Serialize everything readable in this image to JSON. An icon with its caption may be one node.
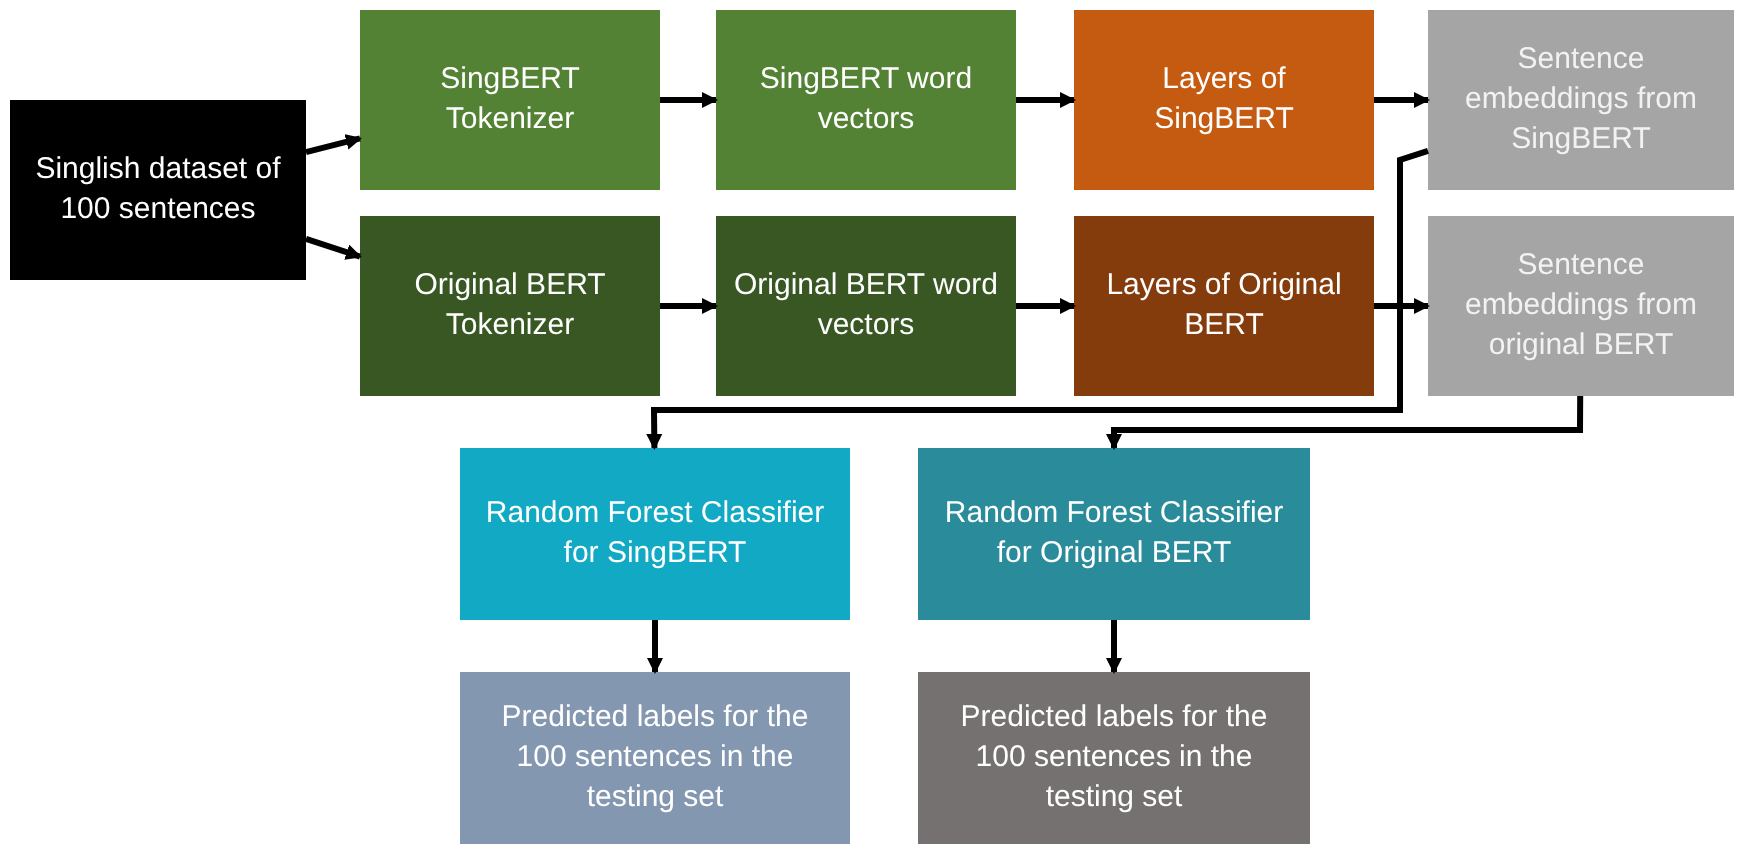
{
  "diagram": {
    "nodes": [
      {
        "text": [
          "Singlish dataset of 100 sentences"
        ]
      },
      {
        "text": [
          "SingBERT Tokenizer"
        ]
      },
      {
        "text": [
          "SingBERT word vectors"
        ]
      },
      {
        "text": [
          "Layers of SingBERT"
        ]
      },
      {
        "text": [
          "Sentence embeddings from SingBERT"
        ]
      },
      {
        "text": [
          "Original BERT Tokenizer"
        ]
      },
      {
        "text": [
          "Original BERT word vectors"
        ]
      },
      {
        "text": [
          "Layers of Original BERT"
        ]
      },
      {
        "text": [
          "Sentence embeddings from original BERT"
        ]
      },
      {
        "text": [
          "Random Forest Classifier for SingBERT"
        ]
      },
      {
        "text": [
          "Random Forest Classifier for Original BERT"
        ]
      },
      {
        "text": [
          "Predicted labels for the 100 sentences in the testing set"
        ]
      },
      {
        "text": [
          "Predicted labels for the 100 sentences in the testing set"
        ]
      }
    ],
    "edges": [
      {
        "from": 0,
        "to": 1,
        "arrow": "to"
      },
      {
        "from": 0,
        "to": 5,
        "arrow": "to"
      },
      {
        "from": 1,
        "to": 2,
        "arrow": "to"
      },
      {
        "from": 2,
        "to": 3,
        "arrow": "to"
      },
      {
        "from": 3,
        "to": 4,
        "arrow": "to"
      },
      {
        "from": 5,
        "to": 6,
        "arrow": "to"
      },
      {
        "from": 6,
        "to": 7,
        "arrow": "to"
      },
      {
        "from": 7,
        "to": 8,
        "arrow": "to"
      },
      {
        "from": 4,
        "to": 9,
        "arrow": "to"
      },
      {
        "from": 8,
        "to": 10,
        "arrow": "to"
      },
      {
        "from": 9,
        "to": 11,
        "arrow": "to"
      },
      {
        "from": 10,
        "to": 12,
        "arrow": "to"
      }
    ]
  }
}
